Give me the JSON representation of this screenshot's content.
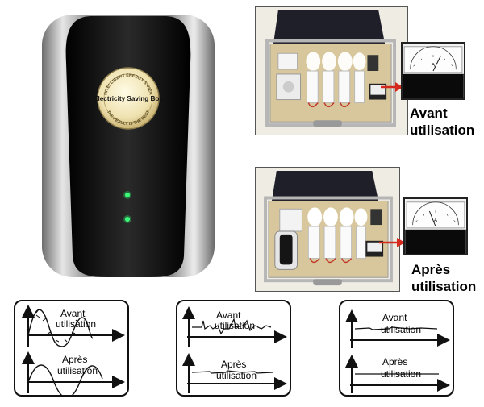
{
  "device": {
    "badge_top_text": "INTELLIGENT ENERGY SAVER",
    "badge_main_text": "Electricity Saving Box",
    "badge_bottom_text": "THE RESULT IS THE BEST",
    "indicator_color": "#2ee86a"
  },
  "comparison": {
    "before_label": "Avant utilisation",
    "after_label": "Après utilisation"
  },
  "waveforms": [
    {
      "top_label_1": "Avant",
      "top_label_2": "utilisation",
      "bottom_label_1": "Après",
      "bottom_label_2": "utilisation"
    },
    {
      "top_label_1": "Avant",
      "top_label_2": "utilisation",
      "bottom_label_1": "Après",
      "bottom_label_2": "utilisation"
    },
    {
      "top_label_1": "Avant",
      "top_label_2": "utilisation",
      "bottom_label_1": "Après",
      "bottom_label_2": "utilisation"
    }
  ],
  "colors": {
    "arrow": "#d42b1e",
    "device_body": "#111111",
    "device_shell": "#b8b8b8"
  }
}
